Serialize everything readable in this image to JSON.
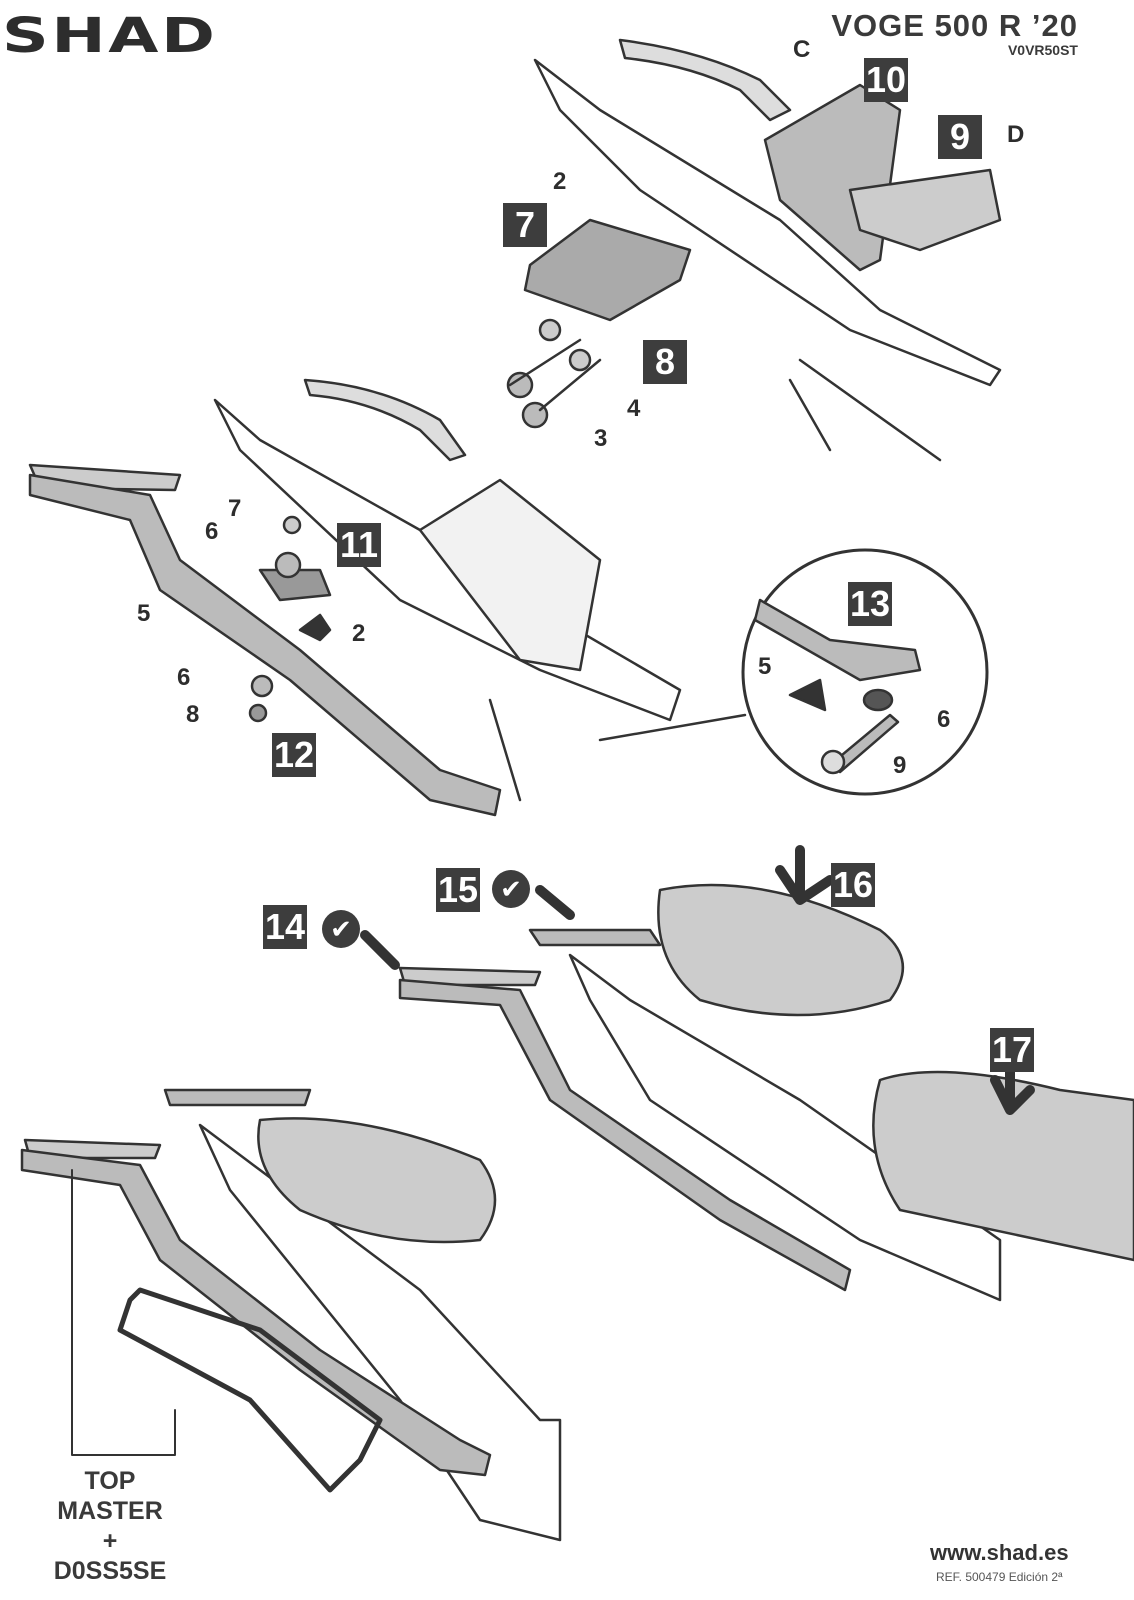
{
  "header": {
    "brand": "SHAD",
    "model": "VOGE 500 R ’20",
    "code": "V0VR50ST"
  },
  "steps": {
    "s7": "7",
    "s8": "8",
    "s9": "9",
    "s10": "10",
    "s11": "11",
    "s12": "12",
    "s13": "13",
    "s14": "14",
    "s15": "15",
    "s16": "16",
    "s17": "17"
  },
  "callouts": {
    "c": "C",
    "d": "D",
    "p2a": "2",
    "p4": "4",
    "p3": "3",
    "p7": "7",
    "p6a": "6",
    "p5a": "5",
    "p2b": "2",
    "p6b": "6",
    "p8": "8",
    "p5b": "5",
    "p6c": "6",
    "p9": "9"
  },
  "check_icon": "✔",
  "accessory": {
    "line1": "TOP MASTER",
    "plus": "+",
    "line2": "D0SS5SE"
  },
  "footer": {
    "website": "www.shad.es",
    "reference": "REF. 500479 Edición 2ª"
  }
}
